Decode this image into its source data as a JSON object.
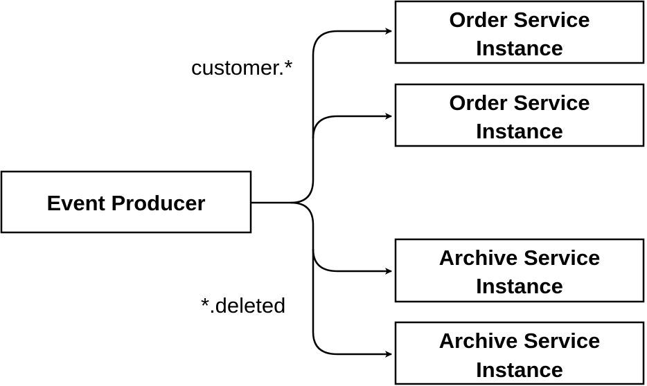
{
  "diagram": {
    "source": {
      "label": "Event Producer"
    },
    "targets": [
      {
        "line1": "Order Service",
        "line2": "Instance"
      },
      {
        "line1": "Order Service",
        "line2": "Instance"
      },
      {
        "line1": "Archive Service",
        "line2": "Instance"
      },
      {
        "line1": "Archive Service",
        "line2": "Instance"
      }
    ],
    "routing_keys": [
      {
        "label": "customer.*"
      },
      {
        "label": "*.deleted"
      }
    ]
  }
}
